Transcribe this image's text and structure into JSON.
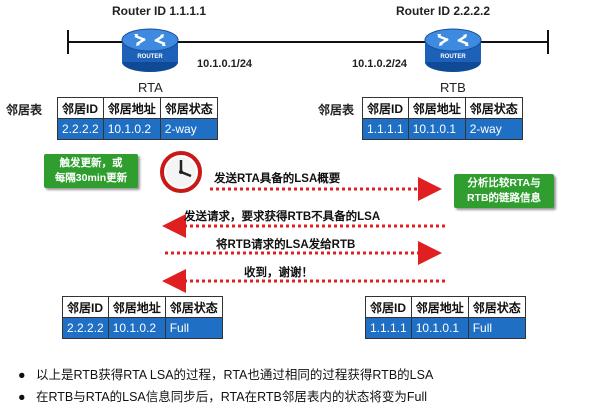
{
  "routers": {
    "rta": {
      "router_id": "Router ID 1.1.1.1",
      "name": "RTA",
      "address": "10.1.0.1/24",
      "icon_label": "ROUTER"
    },
    "rtb": {
      "router_id": "Router ID 2.2.2.2",
      "name": "RTB",
      "address": "10.1.0.2/24",
      "icon_label": "ROUTER"
    }
  },
  "neighbor_table_label": "邻居表",
  "columns": [
    "邻居ID",
    "邻居地址",
    "邻居状态"
  ],
  "tables": {
    "rta_before": [
      "2.2.2.2",
      "10.1.0.2",
      "2-way"
    ],
    "rtb_before": [
      "1.1.1.1",
      "10.1.0.1",
      "2-way"
    ],
    "rta_after": [
      "2.2.2.2",
      "10.1.0.2",
      "Full"
    ],
    "rtb_after": [
      "1.1.1.1",
      "10.1.0.1",
      "Full"
    ]
  },
  "left_note": {
    "line1": "触发更新，或",
    "line2": "每隔30min更新"
  },
  "right_note": {
    "line1": "分析比较RTA与",
    "line2": "RTB的链路信息"
  },
  "messages": [
    "发送RTA具备的LSA概要",
    "发送请求，要求获得RTB不具备的LSA",
    "将RTB请求的LSA发给RTB",
    "收到，谢谢！"
  ],
  "bullets": [
    "以上是RTB获得RTA LSA的过程，RTA也通过相同的过程获得RTB的LSA",
    "在RTB与RTA的LSA信息同步后，RTA在RTB邻居表内的状态将变为Full"
  ],
  "colors": {
    "table_row": "#1f6fc4",
    "note_box": "#2f9e2f",
    "arrow": "#e02020",
    "router": "#1d62b8"
  }
}
